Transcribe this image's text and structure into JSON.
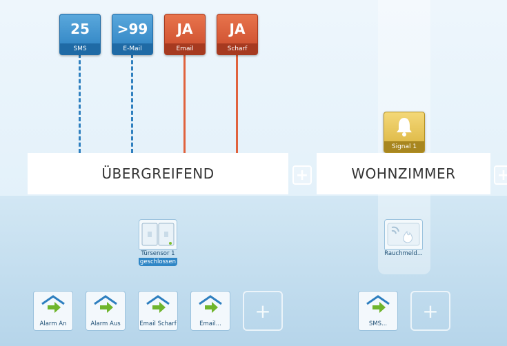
{
  "status_badges": [
    {
      "value": "25",
      "label": "SMS",
      "color": "#2a7fc0"
    },
    {
      "value": ">99",
      "label": "E-Mail",
      "color": "#2a7fc0"
    },
    {
      "value": "JA",
      "label": "Email",
      "color": "#c9492a"
    },
    {
      "value": "JA",
      "label": "Scharf",
      "color": "#c9492a"
    }
  ],
  "rooms": [
    {
      "title": "ÜBERGREIFEND"
    },
    {
      "title": "WOHNZIMMER"
    }
  ],
  "add_symbol": "+",
  "signal": {
    "label": "Signal 1",
    "icon": "bell-icon",
    "color": "#d9b23b"
  },
  "devices": [
    {
      "name": "Türsensor 1",
      "state": "geschlossen",
      "icon": "door-sensor-icon"
    },
    {
      "name": "Rauchmeld...",
      "icon": "smoke-detector-icon"
    }
  ],
  "actions": [
    {
      "label": "Alarm An",
      "icon": "house-arrow-icon"
    },
    {
      "label": "Alarm Aus",
      "icon": "house-arrow-icon"
    },
    {
      "label": "Email Scharf",
      "icon": "house-arrow-icon"
    },
    {
      "label": "Email...",
      "icon": "house-arrow-icon"
    },
    {
      "label": "SMS...",
      "icon": "house-arrow-icon"
    }
  ]
}
